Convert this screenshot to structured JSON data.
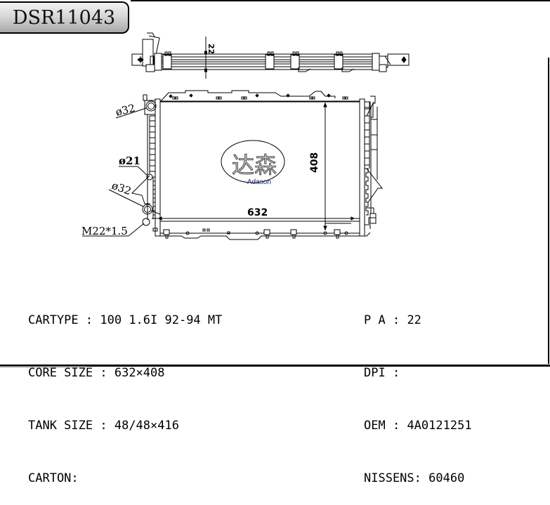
{
  "header": {
    "part_number": "DSR11043"
  },
  "drawing": {
    "dimensions": {
      "width_label": "632",
      "height_label": "408",
      "top_depth_label": "22"
    },
    "callouts": {
      "inlet_diameter": "ø32",
      "sensor_diameter": "ø21",
      "outlet_diameter": "ø32",
      "drain_thread": "M22*1.5"
    },
    "logo": {
      "chinese": "达森",
      "english": "Adason"
    }
  },
  "specs": {
    "left": [
      {
        "label": "CARTYPE",
        "sep": " : ",
        "value": "100 1.6I 92-94 MT"
      },
      {
        "label": "CORE SIZE",
        "sep": " : ",
        "value": "632×408"
      },
      {
        "label": "TANK SIZE",
        "sep": " : ",
        "value": "48/48×416"
      },
      {
        "label": "CARTON",
        "sep": ":",
        "value": ""
      }
    ],
    "right": [
      {
        "label": "P A",
        "sep": " : ",
        "value": "22"
      },
      {
        "label": "DPI",
        "sep": " :",
        "value": ""
      },
      {
        "label": "OEM",
        "sep": " : ",
        "value": "4A0121251"
      },
      {
        "label": "NISSENS",
        "sep": ": ",
        "value": "60460"
      }
    ]
  }
}
